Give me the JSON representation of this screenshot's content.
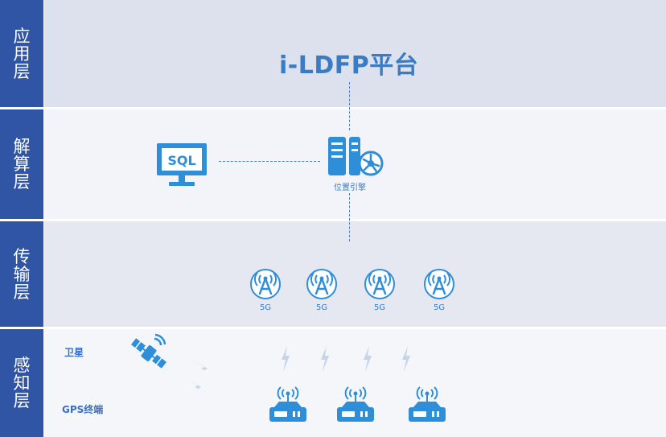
{
  "layers": [
    {
      "label": "应用层"
    },
    {
      "label": "解算层"
    },
    {
      "label": "传输层"
    },
    {
      "label": "感知层"
    }
  ],
  "application": {
    "platform_title": "i-LDFP平台"
  },
  "compute": {
    "sql_label": "SQL",
    "engine_label": "位置引擎",
    "sql_icon": "monitor-sql-icon",
    "engine_icon": "server-engine-icon"
  },
  "transport": {
    "stations": [
      {
        "label": "5G",
        "icon": "5g-tower-icon"
      },
      {
        "label": "5G",
        "icon": "5g-tower-icon"
      },
      {
        "label": "5G",
        "icon": "5g-tower-icon"
      },
      {
        "label": "5G",
        "icon": "5g-tower-icon"
      }
    ]
  },
  "perception": {
    "satellite_label": "卫星",
    "gps_label": "GPS终端",
    "satellite_icon": "satellite-icon",
    "terminal_icon": "gps-terminal-icon"
  },
  "colors": {
    "tab": "#2f55a4",
    "icon": "#2f8ed8",
    "text": "#3a7cc4"
  }
}
